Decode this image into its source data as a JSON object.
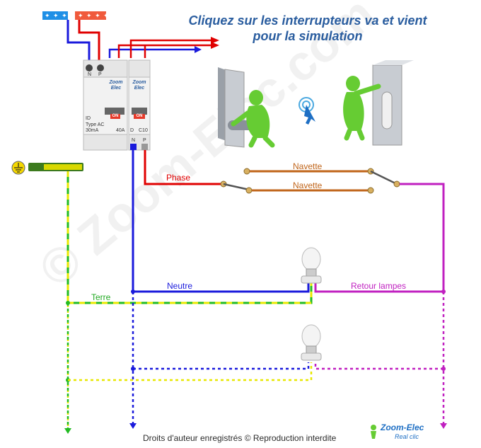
{
  "title_line1": "Cliquez sur les interrupteurs va et vient",
  "title_line2": "pour la simulation",
  "labels": {
    "phase": "Phase",
    "navette_top": "Navette",
    "navette_bottom": "Navette",
    "neutre": "Neutre",
    "retour": "Retour lampes",
    "terre": "Terre"
  },
  "breaker_id": {
    "brand1": "Zoom",
    "brand2": "Elec",
    "on": "ON",
    "id": "ID",
    "type": "Type AC",
    "sensitivity": "30mA",
    "rating": "40A",
    "term_n": "N",
    "term_p": "P"
  },
  "breaker_c10": {
    "brand1": "Zoom",
    "brand2": "Elec",
    "on": "ON",
    "d": "D",
    "rating": "C10",
    "term_n": "N",
    "term_p": "P"
  },
  "busbars": {
    "neutral_dots": "✦ ✦ ✦ ✦",
    "phase_dots": "✦ ✦ ✦ ✦"
  },
  "footer": "Droits d'auteur enregistrés © Reproduction interdite",
  "logo": {
    "name": "Zoom-Elec",
    "sub": "Real clic"
  },
  "watermark": "© Zoom-Elec.com",
  "colors": {
    "phase": "#e00000",
    "neutral": "#1a1adc",
    "navette": "#c0651a",
    "retour": "#c020c0",
    "earth_green": "#22bb22",
    "earth_yellow": "#e8e800",
    "title": "#2a5d9f",
    "figure": "#66cc33"
  },
  "icons": [
    "earth-icon",
    "click-cursor-icon",
    "lamp-icon"
  ]
}
